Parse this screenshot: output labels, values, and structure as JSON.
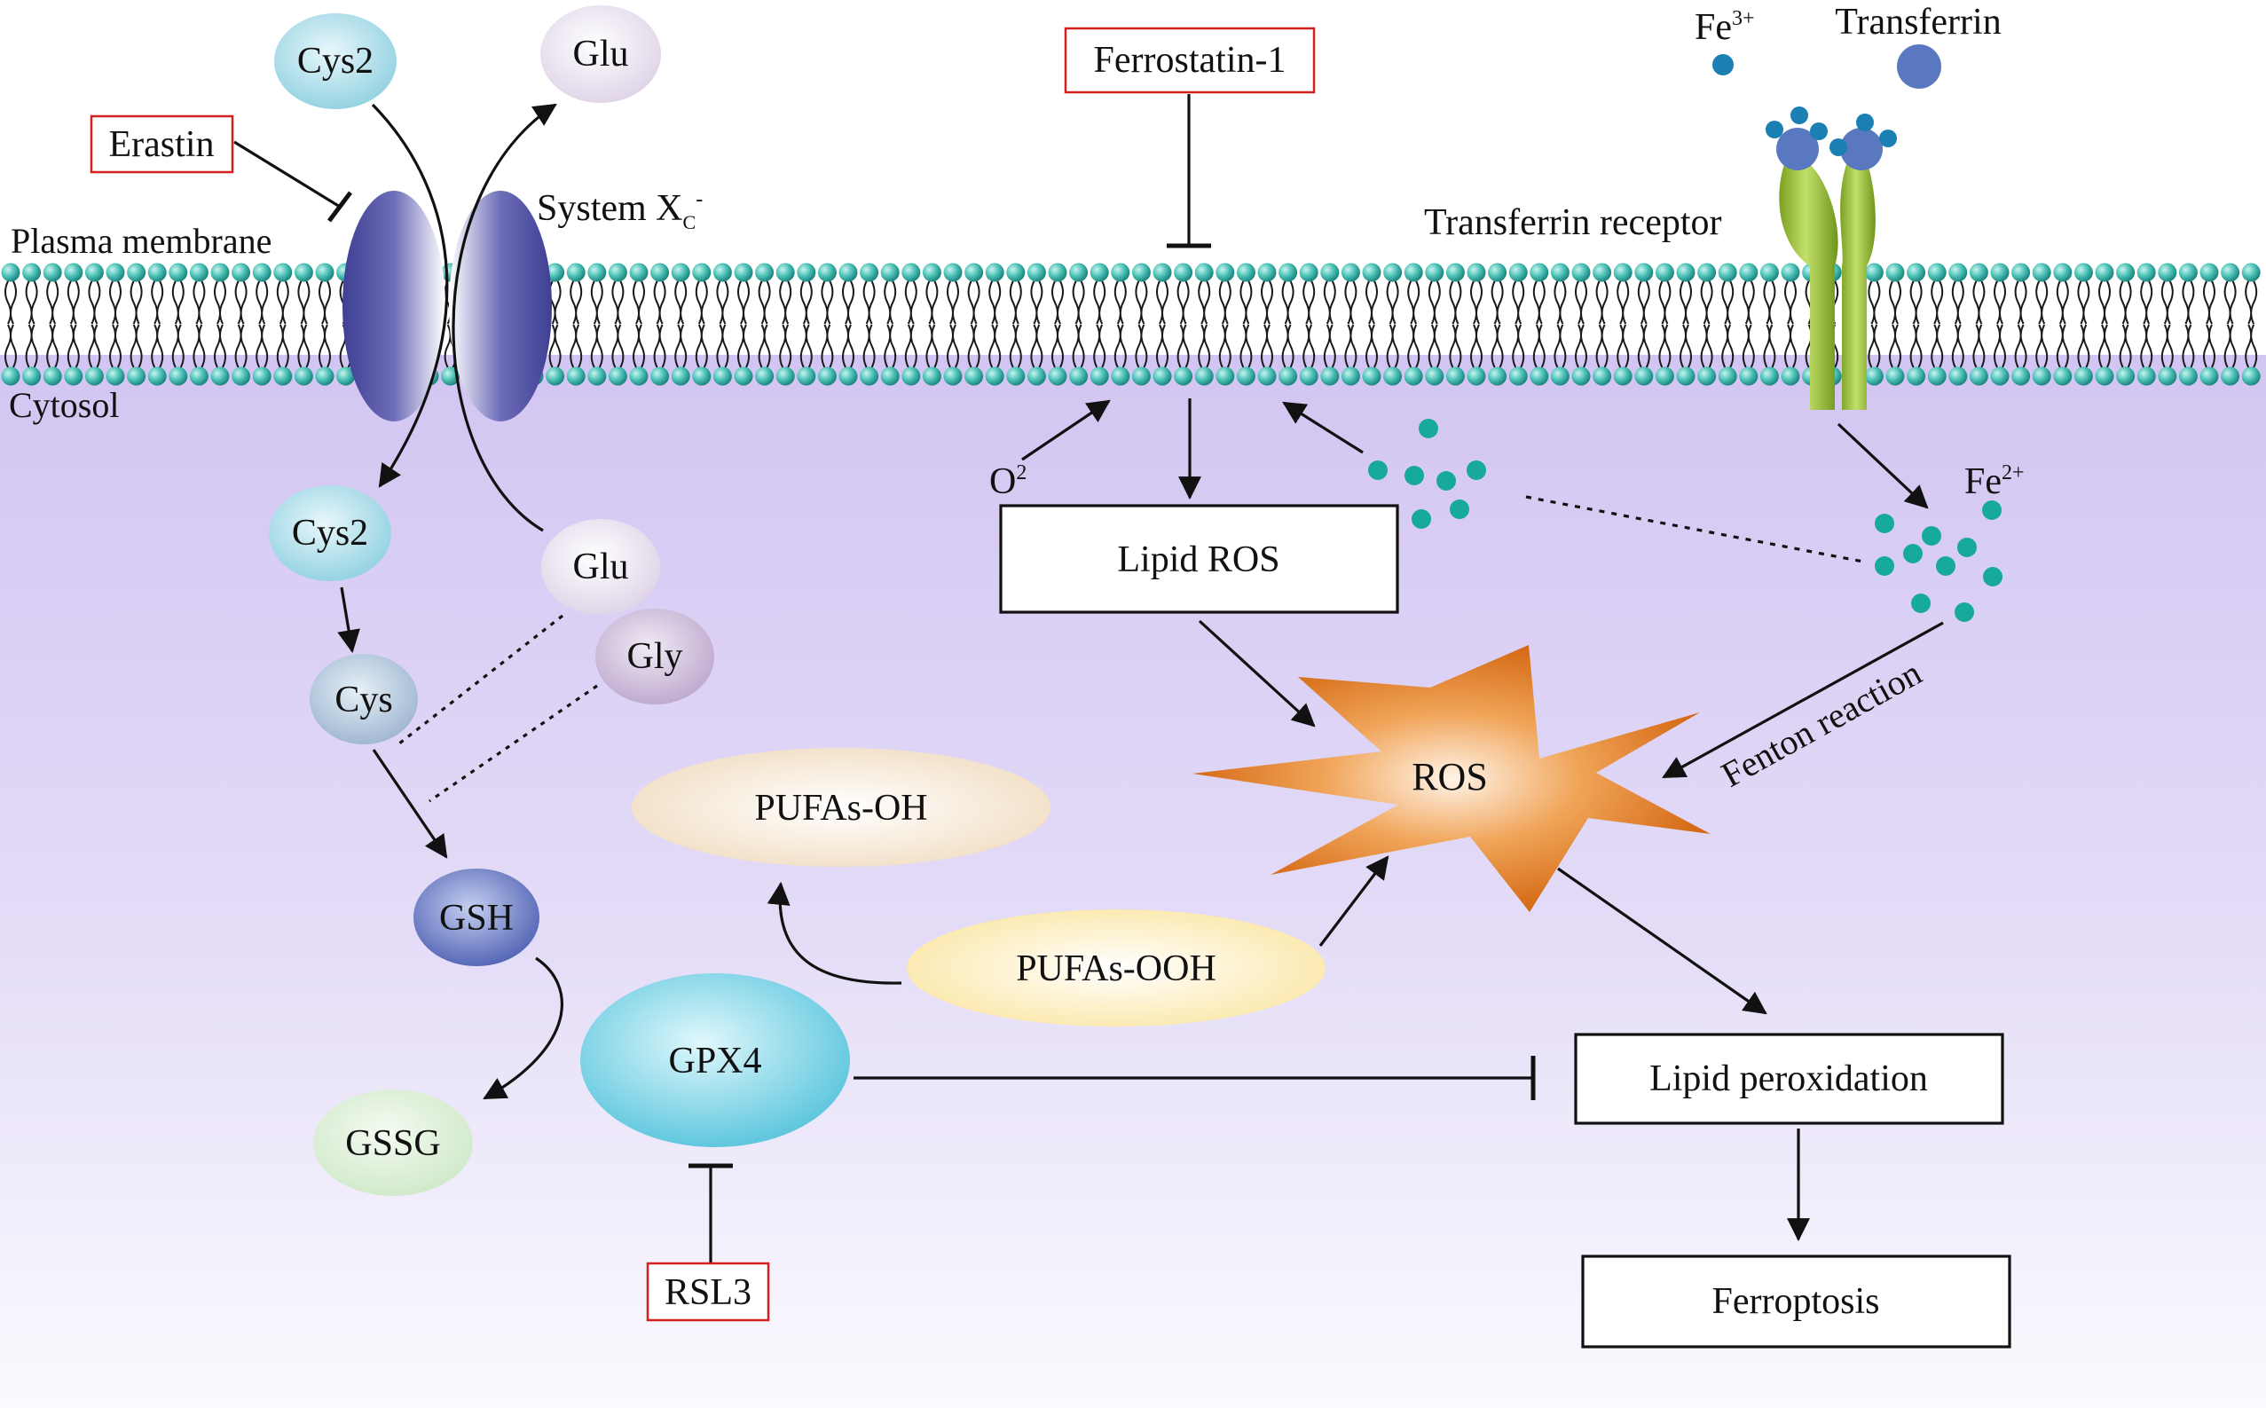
{
  "labels": {
    "plasma_membrane": "Plasma membrane",
    "cytosol": "Cytosol",
    "system_xc_main": "System X",
    "system_xc_sub": "C",
    "system_xc_sup": "-",
    "transferrin_receptor": "Transferrin receptor",
    "transferrin": "Transferrin",
    "fe3_base": "Fe",
    "fe3_sup": "3+",
    "fe2_base": "Fe",
    "fe2_sup": "2+",
    "o2_base": "O",
    "o2_sup": "2",
    "fenton_reaction": "Fenton reaction"
  },
  "inhibitors": {
    "erastin": "Erastin",
    "ferrostatin": "Ferrostatin-1",
    "rsl3": "RSL3"
  },
  "nodes": {
    "cys2_out": "Cys2",
    "glu_out": "Glu",
    "cys2_in": "Cys2",
    "glu_in": "Glu",
    "gly": "Gly",
    "cys": "Cys",
    "gsh": "GSH",
    "gssg": "GSSG",
    "gpx4": "GPX4",
    "pufas_oh": "PUFAs-OH",
    "pufas_ooh": "PUFAs-OOH",
    "ros": "ROS"
  },
  "boxes": {
    "lipid_ros": "Lipid ROS",
    "lipid_peroxidation": "Lipid peroxidation",
    "ferroptosis": "Ferroptosis"
  },
  "colors": {
    "inhibitor_border": "#d42020",
    "iron_dot": "#17a99a",
    "fe3_dot": "#1a7fb3",
    "receptor": "#98c035",
    "transporter": "#4b4ba0",
    "ros": "#d96b10",
    "cytosol_top": "#d3c7f1"
  }
}
